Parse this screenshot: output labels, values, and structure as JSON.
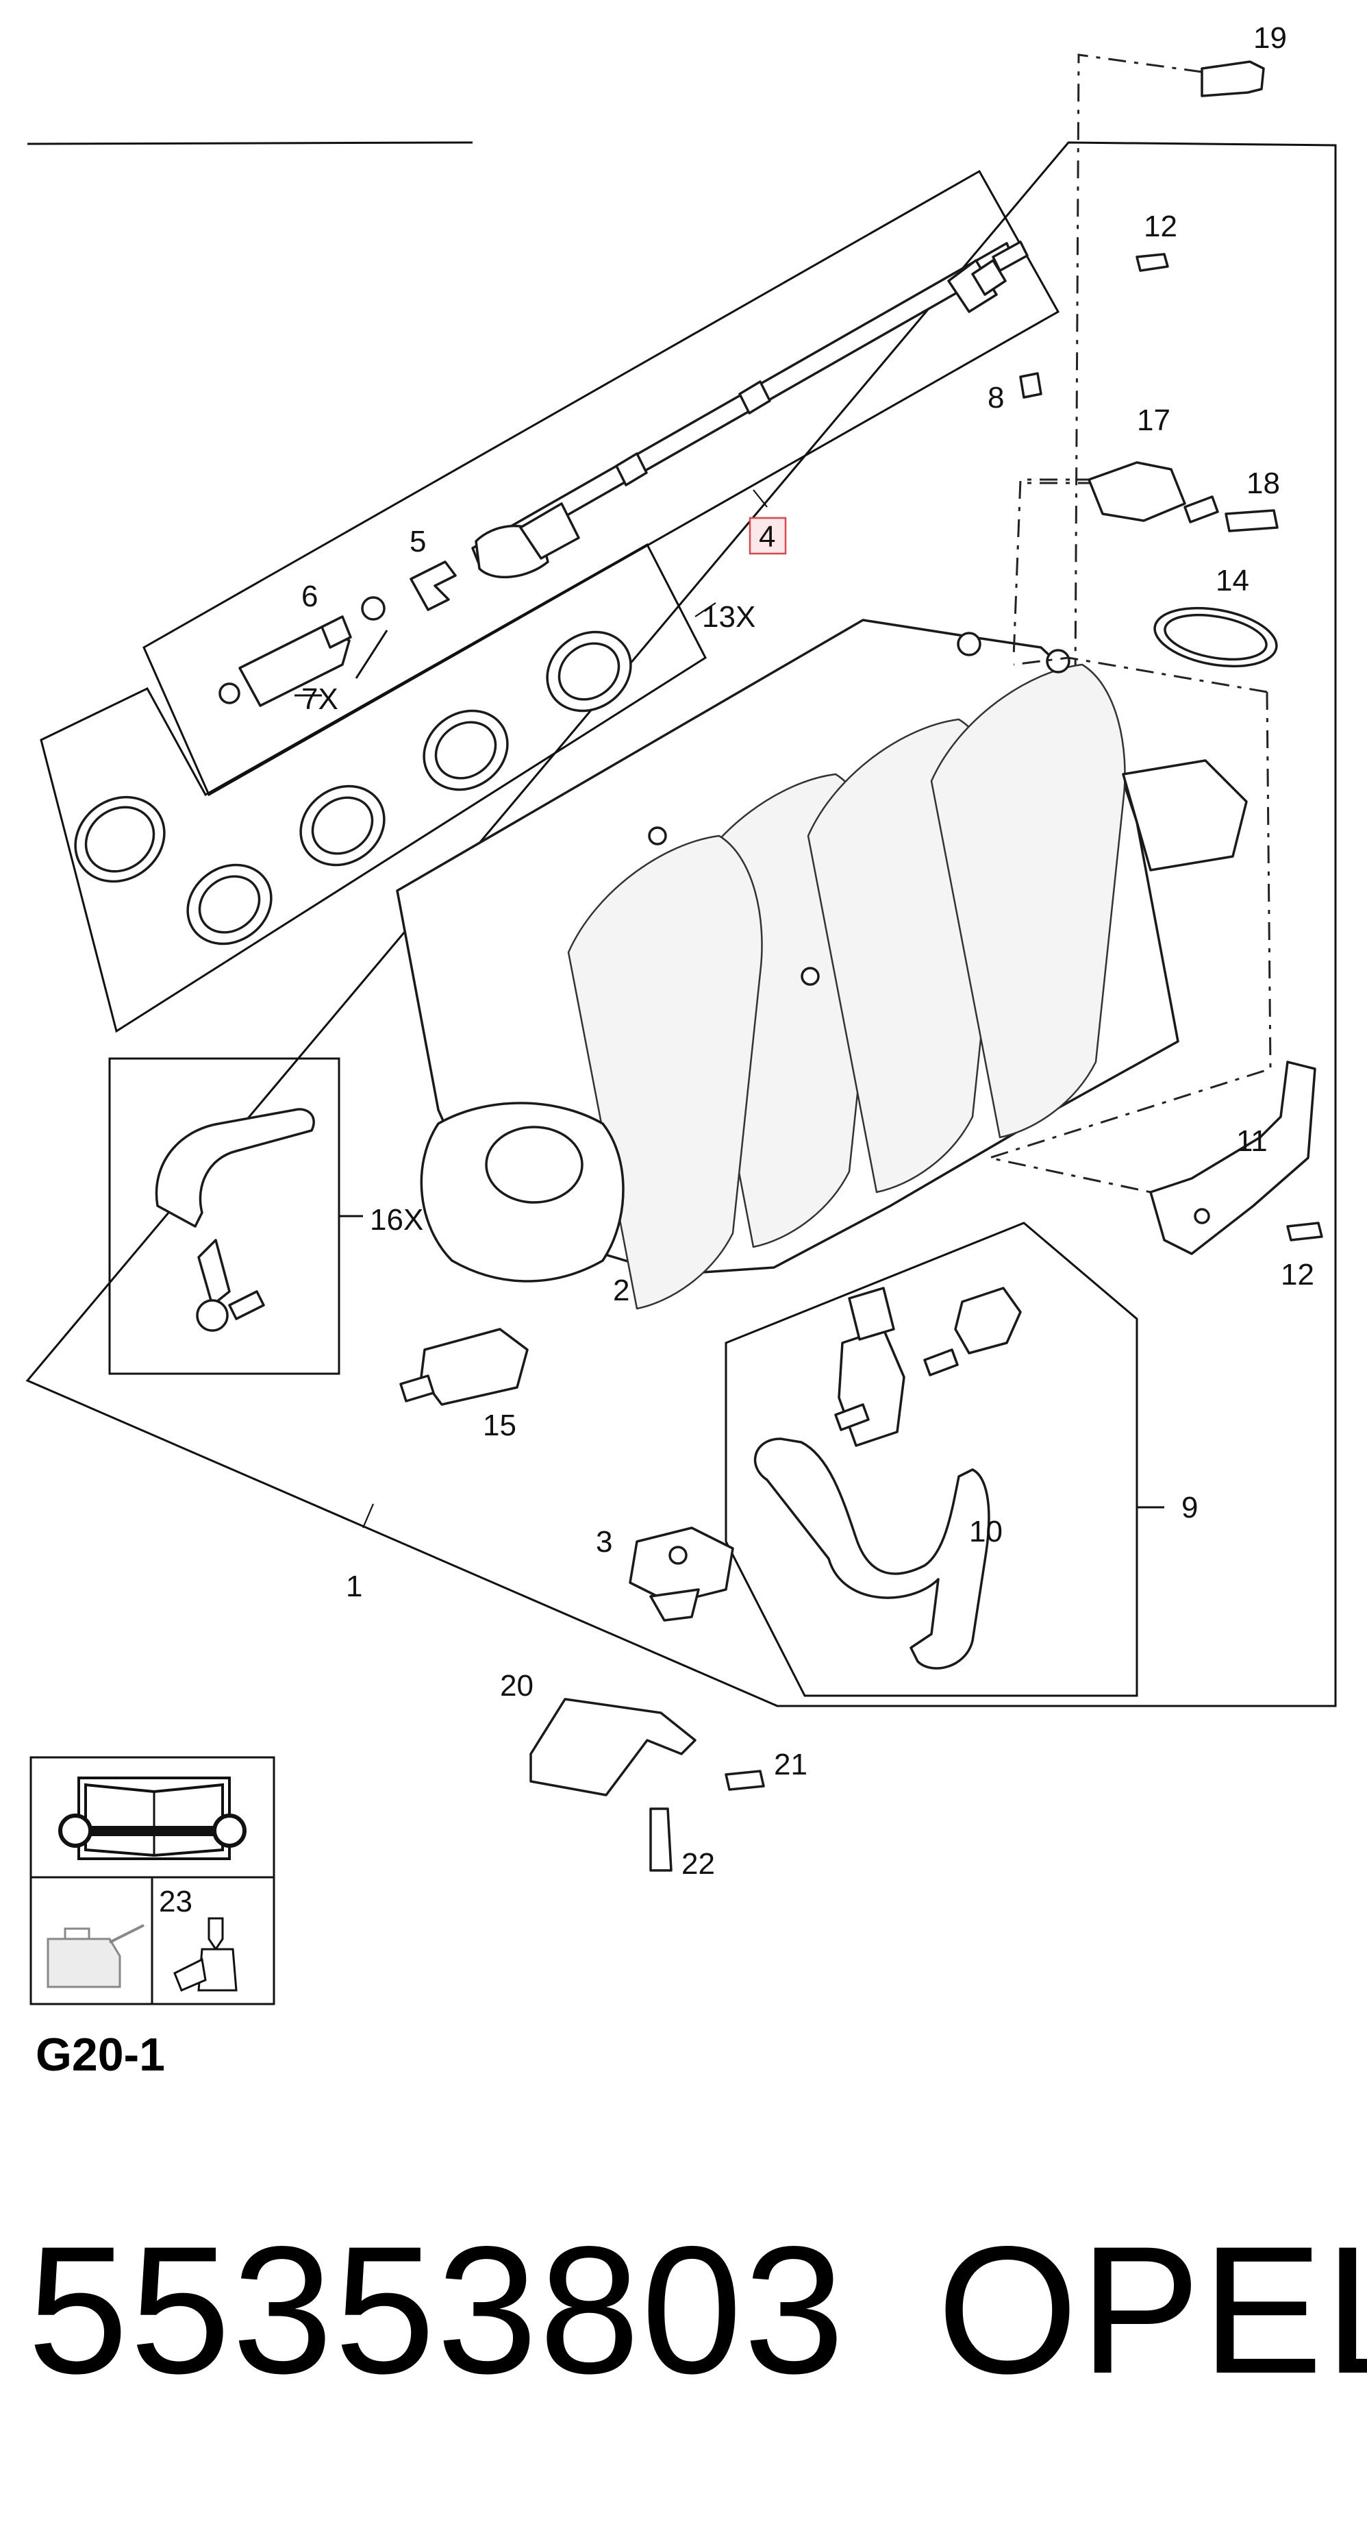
{
  "diagram": {
    "callouts": {
      "c1": "1",
      "c2": "2",
      "c3": "3",
      "c4": "4",
      "c5": "5",
      "c6": "6",
      "c7x": "7X",
      "c8": "8",
      "c9": "9",
      "c10": "10",
      "c11": "11",
      "c12a": "12",
      "c12b": "12",
      "c13x": "13X",
      "c14": "14",
      "c15": "15",
      "c16x": "16X",
      "c17": "17",
      "c18": "18",
      "c19": "19",
      "c20": "20",
      "c21": "21",
      "c22": "22",
      "c23": "23"
    },
    "highlight_color": "#e0474c",
    "icons": [
      "repair-manual-icon",
      "oil-can-icon",
      "sealant-bottle-icon"
    ]
  },
  "page_code": "G20-1",
  "part_number": "55353803",
  "brand": "OPEL"
}
